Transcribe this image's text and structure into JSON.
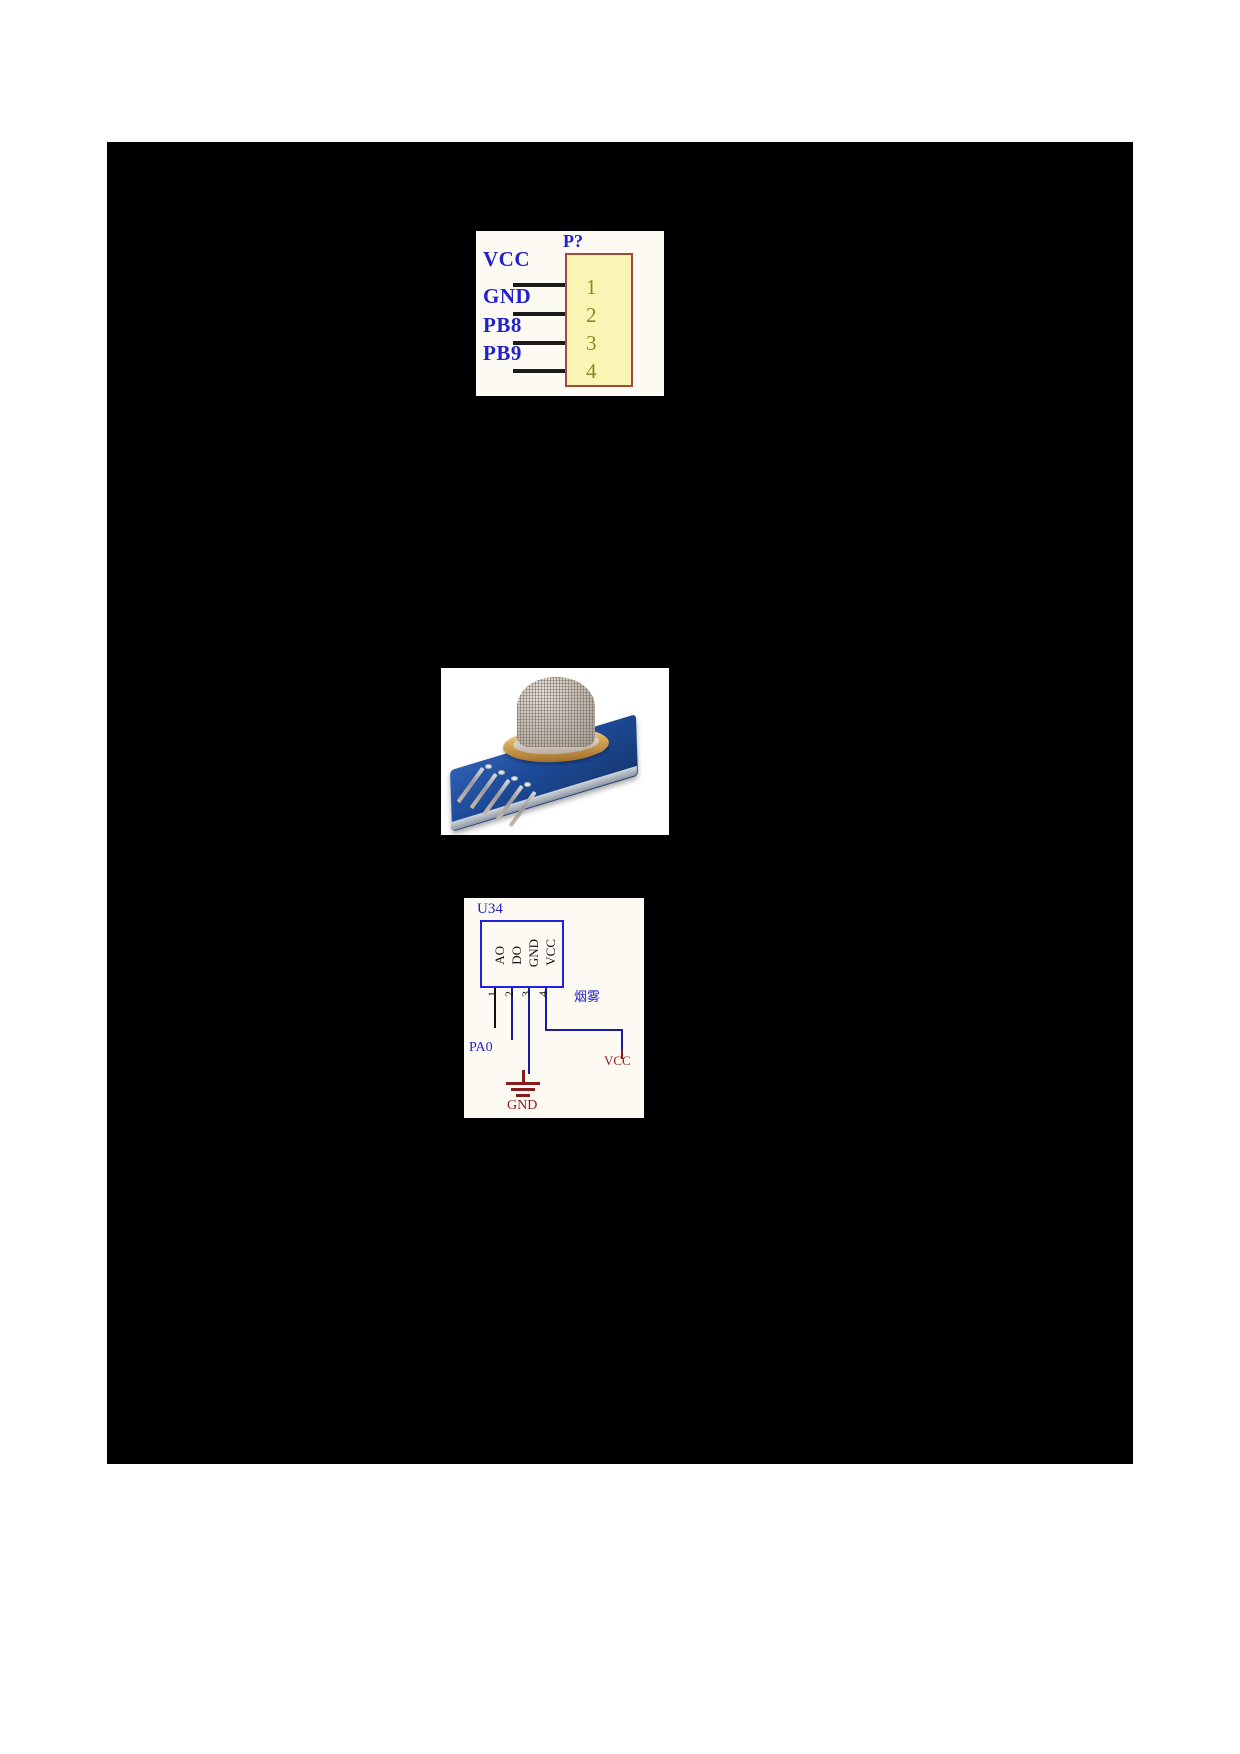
{
  "page": {
    "background_color": "#ffffff",
    "content_block_color": "#000000"
  },
  "figures": [
    {
      "id": "connector-schematic",
      "type": "schematic",
      "reference_designator": "P?",
      "net_labels": [
        "VCC",
        "GND",
        "PB8",
        "PB9"
      ],
      "pin_numbers": [
        "1",
        "2",
        "3",
        "4"
      ],
      "colors": {
        "net_label": "#2222cc",
        "body_fill": "#fbf5b5",
        "body_border": "#a04a3c",
        "pin_number": "#8a8a20",
        "background": "#fdfaf4"
      }
    },
    {
      "id": "gas-sensor-photo",
      "type": "photograph",
      "subject": "MQ-series gas sensor module on blue PCB with 4 header pins",
      "colors": {
        "pcb": "#1c4996",
        "mesh_cap": "#bfb5a9",
        "metal_ring": "#d8a85a",
        "background": "#ffffff"
      }
    },
    {
      "id": "u34-smoke-sensor-schematic",
      "type": "schematic",
      "reference_designator": "U34",
      "pin_names": [
        "AO",
        "DO",
        "GND",
        "VCC"
      ],
      "pin_numbers": [
        "1",
        "2",
        "3",
        "4"
      ],
      "component_label": "烟雾",
      "net_labels": [
        "PA0",
        "VCC",
        "GND"
      ],
      "colors": {
        "box_border": "#2222dd",
        "label": "#2222cc",
        "power_label": "#8b1a1a",
        "wire_blue": "#1a1aa8",
        "wire_black": "#111111",
        "background": "#fdfaf4"
      }
    }
  ]
}
